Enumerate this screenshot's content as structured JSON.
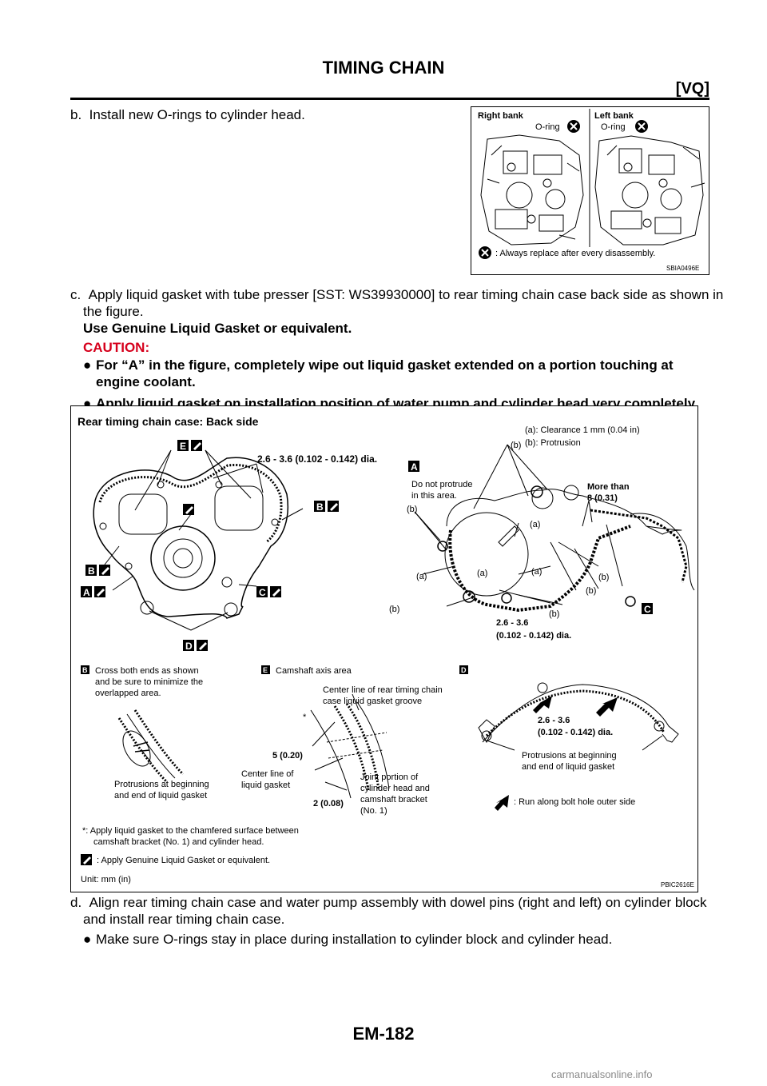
{
  "header": {
    "title": "TIMING CHAIN",
    "section": "[VQ]"
  },
  "steps": {
    "b": {
      "text": "b.  Install new O-rings to cylinder head."
    },
    "c": {
      "line1": "c.  Apply liquid gasket with tube presser [SST: WS39930000] to rear timing chain case back side as shown in",
      "line2": "the figure.",
      "bold_line": "Use Genuine Liquid Gasket or equivalent.",
      "caution_label": "CAUTION:",
      "bullet1_line1": "For “A” in the figure, completely wipe out liquid gasket extended on a portion touching at",
      "bullet1_line2": "engine coolant.",
      "bullet2": "Apply liquid gasket on installation position of water pump and cylinder head very completely."
    },
    "d": {
      "line1": "d.  Align rear timing chain case and water pump assembly with dowel pins (right and left) on cylinder block",
      "line2": "and install rear timing chain case.",
      "bullet1": "Make sure O-rings stay in place during installation to cylinder block and cylinder head."
    }
  },
  "figure1": {
    "right_bank": "Right bank",
    "left_bank": "Left bank",
    "oring_right": "O-ring",
    "oring_left": "O-ring",
    "legend": ": Always replace after every disassembly.",
    "code": "SBIA0496E"
  },
  "figure2": {
    "title": "Rear timing chain case: Back side",
    "legend_a": "(a): Clearance 1 mm (0.04 in)",
    "legend_b": "(b): Protrusion",
    "dia_top": "2.6 - 3.6 (0.102 - 0.142) dia.",
    "do_not_protrude_1": "Do not protrude",
    "do_not_protrude_2": "in this area.",
    "more_than_1": "More than",
    "more_than_2": "8 (0.31)",
    "label_a": "(a)",
    "label_b": "(b)",
    "dia_bottom_1": "2.6 - 3.6",
    "dia_bottom_2": "(0.102 - 0.142) dia.",
    "key_b_1": "Cross both ends as shown",
    "key_b_2": "and be sure to minimize the",
    "key_b_3": "overlapped area.",
    "key_e": "Camshaft axis area",
    "center_line_1": "Center line of rear timing chain",
    "center_line_2": "case liquid gasket groove",
    "dim_5": "5 (0.20)",
    "dim_2": "2 (0.08)",
    "cl_liquid_1": "Center line of",
    "cl_liquid_2": "liquid gasket",
    "joint_1": "Joint portion of",
    "joint_2": "cylinder head and",
    "joint_3": "camshaft bracket",
    "joint_4": "(No. 1)",
    "protrusions_1": "Protrusions at beginning",
    "protrusions_2": "and end of liquid gasket",
    "dia_d_1": "2.6 - 3.6",
    "dia_d_2": "(0.102 - 0.142) dia.",
    "run_along": ": Run along bolt hole outer side",
    "star_note_1": "*: Apply liquid gasket to the chamfered surface between",
    "star_note_2": "camshaft bracket (No. 1) and cylinder head.",
    "gasket_note": ": Apply Genuine Liquid Gasket or equivalent.",
    "unit": "Unit: mm (in)",
    "code": "PBIC2616E",
    "letters": {
      "A": "A",
      "B": "B",
      "C": "C",
      "D": "D",
      "E": "E",
      "star": "*"
    }
  },
  "footer": {
    "page": "EM-182",
    "watermark": "carmanualsonline.info"
  }
}
